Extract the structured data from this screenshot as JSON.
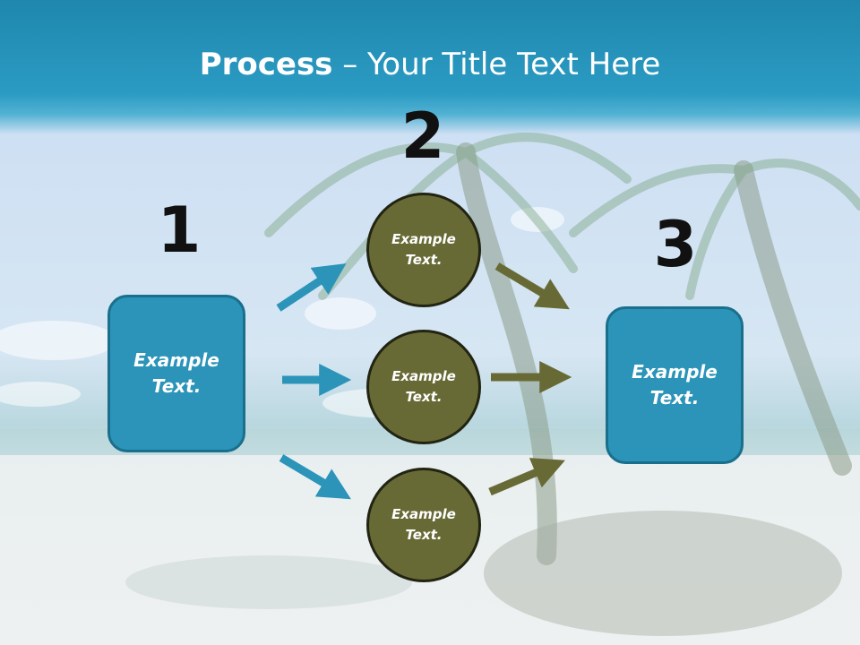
{
  "title": {
    "bold": "Process",
    "rest": " – Your Title Text Here"
  },
  "steps": [
    {
      "number": "1",
      "line1": "Example",
      "line2": "Text."
    },
    {
      "number": "2"
    },
    {
      "number": "3",
      "line1": "Example",
      "line2": "Text."
    }
  ],
  "circles": [
    {
      "line1": "Example",
      "line2": "Text."
    },
    {
      "line1": "Example",
      "line2": "Text."
    },
    {
      "line1": "Example",
      "line2": "Text."
    }
  ],
  "colors": {
    "title_bar": "#2b9bc3",
    "box": "#2b94b8",
    "circle": "#686a36",
    "arrow_blue": "#2b94b8",
    "arrow_olive": "#686a36"
  }
}
